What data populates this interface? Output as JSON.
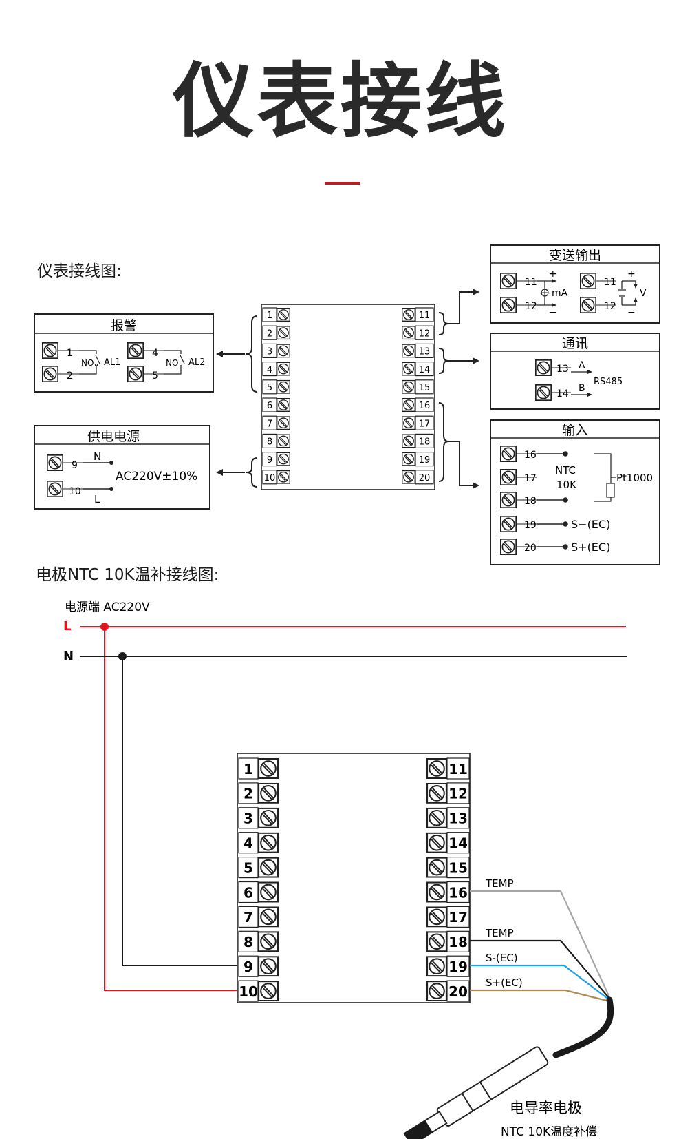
{
  "page_title": "仪表接线",
  "diagram1": {
    "label": "仪表接线图:",
    "left_terminals": [
      "1",
      "2",
      "3",
      "4",
      "5",
      "6",
      "7",
      "8",
      "9",
      "10"
    ],
    "right_terminals": [
      "11",
      "12",
      "13",
      "14",
      "15",
      "16",
      "17",
      "18",
      "19",
      "20"
    ],
    "alarm": {
      "title": "报警",
      "t1": "1",
      "t2": "2",
      "t4": "4",
      "t5": "5",
      "no1": "NO",
      "no2": "NO",
      "al1": "AL1",
      "al2": "AL2"
    },
    "power": {
      "title": "供电电源",
      "t9": "9",
      "t10": "10",
      "n": "N",
      "l": "L",
      "spec": "AC220V±10%"
    },
    "transmit": {
      "title": "变送输出",
      "a11": "11",
      "a12": "12",
      "ma": "mA",
      "b11": "11",
      "b12": "12",
      "v": "V",
      "plus": "+",
      "minus": "−"
    },
    "comm": {
      "title": "通讯",
      "t13": "13",
      "t14": "14",
      "a": "A",
      "b": "B",
      "rs": "RS485"
    },
    "input": {
      "title": "输入",
      "t16": "16",
      "t17": "17",
      "t18": "18",
      "t19": "19",
      "t20": "20",
      "ntc1": "NTC",
      "ntc2": "10K",
      "pt": "Pt1000",
      "sminus": "S−(EC)",
      "splus": "S+(EC)"
    }
  },
  "diagram2": {
    "label": "电极NTC 10K温补接线图:",
    "power_label": "电源端  AC220V",
    "line_l": "L",
    "line_n": "N",
    "left_terminals": [
      "1",
      "2",
      "3",
      "4",
      "5",
      "6",
      "7",
      "8",
      "9",
      "10"
    ],
    "right_terminals": [
      "11",
      "12",
      "13",
      "14",
      "15",
      "16",
      "17",
      "18",
      "19",
      "20"
    ],
    "wires": {
      "temp1": "TEMP",
      "temp2": "TEMP",
      "sminus": "S-(EC)",
      "splus": "S+(EC)"
    },
    "electrode_label": "电导率电极",
    "electrode_sub": "NTC  10K温度补偿"
  },
  "colors": {
    "live_wire": "#e0141e",
    "neutral_wire": "#1a1a1a",
    "temp_wire_1": "#a6a6a6",
    "temp_wire_2": "#1a1a1a",
    "s_minus_wire": "#1e9fe0",
    "s_plus_wire": "#b08a55",
    "title_rule": "#b32025"
  }
}
